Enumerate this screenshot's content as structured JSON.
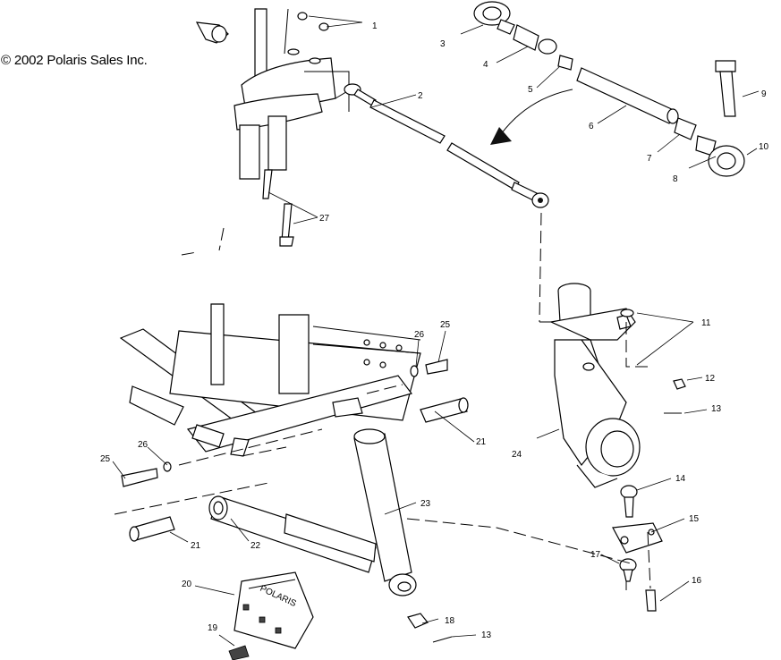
{
  "copyright": "© 2002 Polaris Sales Inc.",
  "callouts": [
    "1",
    "2",
    "3",
    "4",
    "5",
    "6",
    "7",
    "8",
    "9",
    "10",
    "11",
    "12",
    "13",
    "14",
    "15",
    "16",
    "17",
    "18",
    "19",
    "20",
    "21",
    "22",
    "23",
    "24",
    "25",
    "26",
    "27",
    "13",
    "21",
    "25",
    "26"
  ],
  "guard_logo_text": "POLARIS"
}
